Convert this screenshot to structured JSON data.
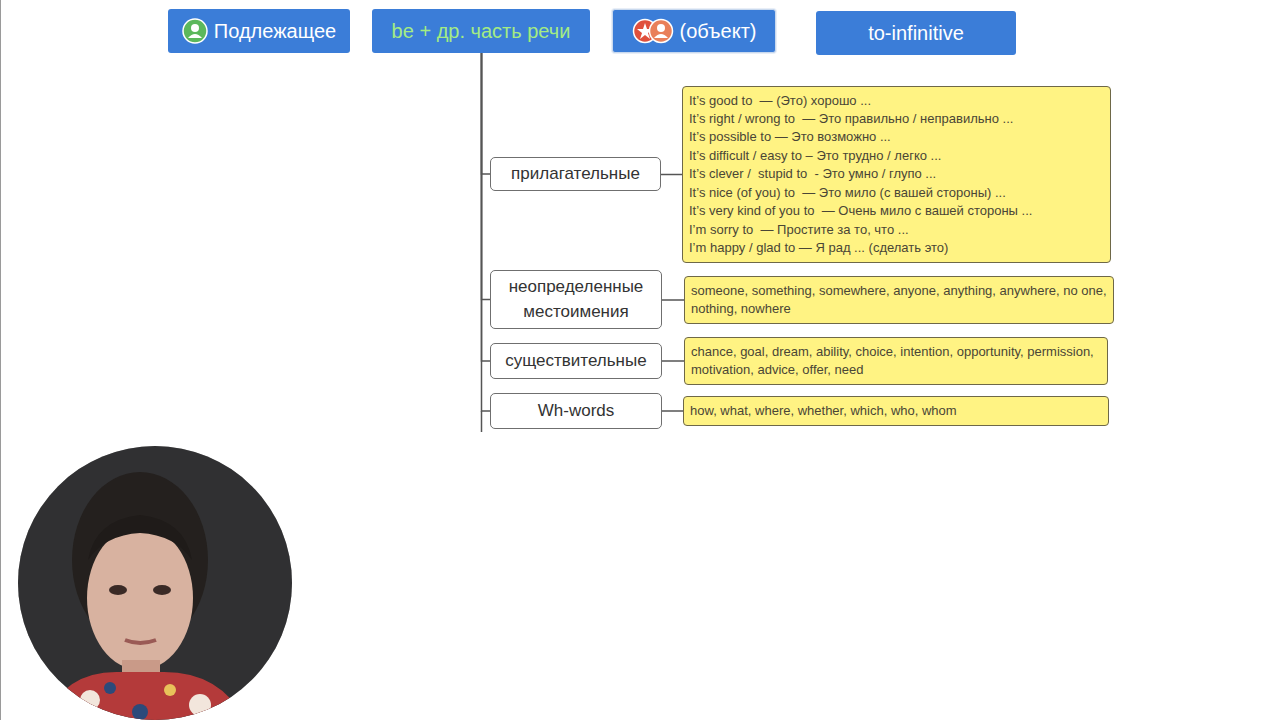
{
  "diagram": {
    "nodes": [
      {
        "text": [
          "Подлежащее"
        ]
      },
      {
        "text": [
          "be + др. часть речи"
        ]
      },
      {
        "text": [
          "(объект)"
        ]
      },
      {
        "text": [
          "to-infinitive"
        ]
      },
      {
        "text": [
          "прилагательные"
        ]
      },
      {
        "text": [
          "It’s good to  — (Это) хорошо ...",
          "It’s right / wrong to  — Это правильно / неправильно ...",
          "It’s possible to — Это возможно ...",
          "It’s difficult / easy to – Это трудно / легко ...",
          "It’s clever /  stupid to  - Это умно / глупо ...",
          "It’s nice (of you) to  — Это мило (с вашей стороны) ...",
          "It’s very kind of you to  — Очень мило с вашей стороны ...",
          "I’m sorry to  — Простите за то, что ...",
          "I’m happy / glad to — Я рад ... (сделать это)"
        ]
      },
      {
        "text": [
          "неопределенные местоимения"
        ]
      },
      {
        "text": [
          "someone, something, somewhere, anyone, anything, anywhere, no one, nothing, nowhere"
        ]
      },
      {
        "text": [
          "существительные"
        ]
      },
      {
        "text": [
          "chance, goal, dream, ability, choice, intention, opportunity, permission, motivation, advice, offer, need"
        ]
      },
      {
        "text": [
          "Wh-words"
        ]
      },
      {
        "text": [
          "how, what, where, whether, which, who, whom"
        ]
      }
    ],
    "edges": [
      {
        "from": 1,
        "to": 4,
        "arrow": "none"
      },
      {
        "from": 1,
        "to": 6,
        "arrow": "none"
      },
      {
        "from": 1,
        "to": 8,
        "arrow": "none"
      },
      {
        "from": 1,
        "to": 10,
        "arrow": "none"
      },
      {
        "from": 4,
        "to": 5,
        "arrow": "none"
      },
      {
        "from": 6,
        "to": 7,
        "arrow": "none"
      },
      {
        "from": 8,
        "to": 9,
        "arrow": "none"
      },
      {
        "from": 10,
        "to": 11,
        "arrow": "none"
      }
    ]
  }
}
